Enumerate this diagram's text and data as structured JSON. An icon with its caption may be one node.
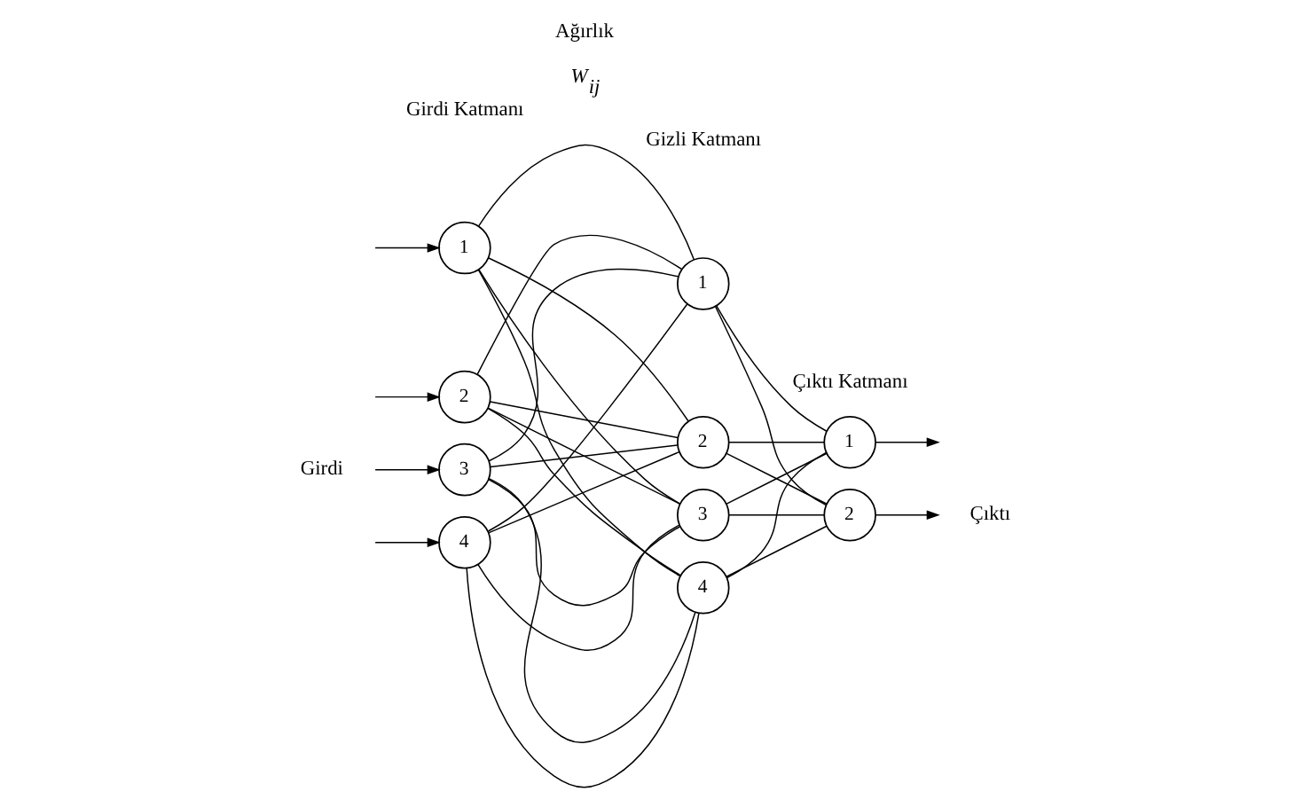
{
  "diagram": {
    "nodes": [
      {
        "text": [
          "1"
        ]
      },
      {
        "text": [
          "2"
        ]
      },
      {
        "text": [
          "3"
        ]
      },
      {
        "text": [
          "4"
        ]
      },
      {
        "text": [
          "1"
        ]
      },
      {
        "text": [
          "2"
        ]
      },
      {
        "text": [
          "3"
        ]
      },
      {
        "text": [
          "4"
        ]
      },
      {
        "text": [
          "1"
        ]
      },
      {
        "text": [
          "2"
        ]
      }
    ],
    "edges": [
      {
        "from": null,
        "to": 0,
        "arrow": "to"
      },
      {
        "from": null,
        "to": 1,
        "arrow": "to"
      },
      {
        "from": null,
        "to": 2,
        "arrow": "to"
      },
      {
        "from": null,
        "to": 3,
        "arrow": "to"
      },
      {
        "from": 0,
        "to": 4,
        "arrow": "none"
      },
      {
        "from": 0,
        "to": 5,
        "arrow": "none"
      },
      {
        "from": 0,
        "to": 6,
        "arrow": "none"
      },
      {
        "from": 0,
        "to": 7,
        "arrow": "none"
      },
      {
        "from": 1,
        "to": 4,
        "arrow": "none"
      },
      {
        "from": 1,
        "to": 5,
        "arrow": "none"
      },
      {
        "from": 1,
        "to": 6,
        "arrow": "none"
      },
      {
        "from": 1,
        "to": 7,
        "arrow": "none"
      },
      {
        "from": 2,
        "to": 4,
        "arrow": "none"
      },
      {
        "from": 2,
        "to": 5,
        "arrow": "none"
      },
      {
        "from": 2,
        "to": 6,
        "arrow": "none"
      },
      {
        "from": 2,
        "to": 7,
        "arrow": "none"
      },
      {
        "from": 3,
        "to": 4,
        "arrow": "none"
      },
      {
        "from": 3,
        "to": 5,
        "arrow": "none"
      },
      {
        "from": 3,
        "to": 6,
        "arrow": "none"
      },
      {
        "from": 3,
        "to": 7,
        "arrow": "none"
      },
      {
        "from": 4,
        "to": 8,
        "arrow": "none"
      },
      {
        "from": 4,
        "to": 9,
        "arrow": "none"
      },
      {
        "from": 5,
        "to": 8,
        "arrow": "none"
      },
      {
        "from": 5,
        "to": 9,
        "arrow": "none"
      },
      {
        "from": 6,
        "to": 8,
        "arrow": "none"
      },
      {
        "from": 6,
        "to": 9,
        "arrow": "none"
      },
      {
        "from": 7,
        "to": 8,
        "arrow": "none"
      },
      {
        "from": 7,
        "to": 9,
        "arrow": "none"
      },
      {
        "from": 8,
        "to": null,
        "arrow": "to"
      },
      {
        "from": 9,
        "to": null,
        "arrow": "to"
      }
    ],
    "labels": [
      "Girdi Katmanı",
      "Ağırlık",
      "W$_{ij}$",
      "Gizli Katmanı",
      "Çıktı Katmanı",
      "Girdi",
      "Çıktı"
    ]
  }
}
